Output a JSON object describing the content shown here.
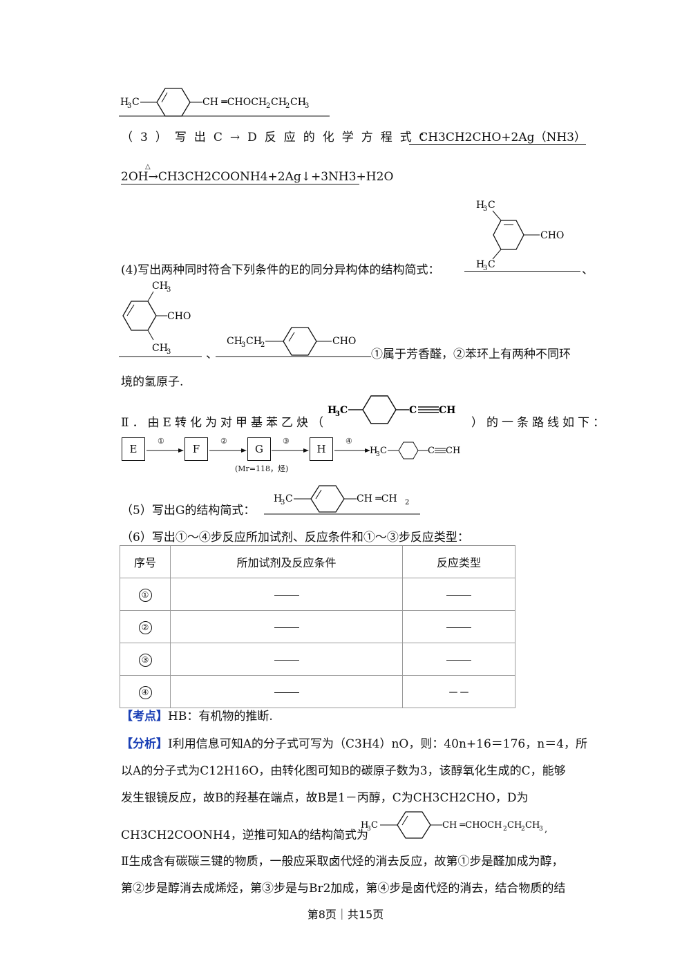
{
  "top_structure": {
    "left": "H3C",
    "right": "CH=CHOCH2CH2CH3"
  },
  "q3": {
    "prompt": "（3）写出C→D反应的化学方程式：",
    "answer_part1": "CH3CH2CHO+2Ag（NH3）",
    "answer_part2": "2OH→CH3CH2COONH4+2Ag↓+3NH3+H2O",
    "heat_symbol": "△"
  },
  "q4": {
    "prompt": "(4)写出两种同时符合下列条件的E的同分异构体的结构简式：",
    "sep1": "、",
    "sep2": "、",
    "tail": "①属于芳香醛，②苯环上有两种不同环",
    "tail2": "境的氢原子.",
    "mol1": {
      "top": "H3C",
      "bottom": "H3C",
      "group": "CHO"
    },
    "mol2": {
      "top": "CH3",
      "bottom": "CH3",
      "group": "CHO"
    },
    "mol3": {
      "left": "CH3CH2",
      "group": "CHO"
    }
  },
  "part2": {
    "text_a": "Ⅱ．由E转化为对甲基苯乙炔（",
    "text_b": "）的一条路线如下：",
    "mol": {
      "left": "H3C",
      "right": "C≡CH"
    },
    "scheme": {
      "boxes": [
        "E",
        "F",
        "G",
        "H"
      ],
      "steps": [
        "①",
        "②",
        "③",
        "④"
      ],
      "g_note": "(Mr=118，烃)",
      "product": {
        "left": "H3C",
        "right": "C≡CH"
      }
    }
  },
  "q5": {
    "prompt": "（5）写出G的结构简式：",
    "mol": {
      "left": "H3C",
      "right": "CH=CH2"
    }
  },
  "q6": {
    "prompt": "（6）写出①～④步反应所加试剂、反应条件和①～③步反应类型："
  },
  "table": {
    "headers": [
      "序号",
      "所加试剂及反应条件",
      "反应类型"
    ],
    "rows": [
      {
        "num": "①",
        "reagent": "",
        "type": ""
      },
      {
        "num": "②",
        "reagent": "",
        "type": ""
      },
      {
        "num": "③",
        "reagent": "",
        "type": ""
      },
      {
        "num": "④",
        "reagent": "",
        "type": "－－"
      }
    ]
  },
  "kaodian": {
    "tag": "【考点】",
    "text": "HB：有机物的推断."
  },
  "fenxi": {
    "tag": "【分析】",
    "line1": "Ⅰ利用信息可知A的分子式可写为（C3H4）nO，则：40n+16＝176，n＝4，所",
    "line2": "以A的分子式为C12H16O，由转化图可知B的碳原子数为3，该醇氧化生成的C，能够",
    "line3": "发生银镜反应，故B的羟基在端点，故B是1－丙醇，C为CH3CH2CHO，D为",
    "line4a": "CH3CH2COONH4，逆推可知A的结构简式为",
    "line4_mol": {
      "left": "H3C",
      "right": "CH=CHOCH2CH2CH3"
    },
    "line5": "Ⅱ生成含有碳碳三键的物质，一般应采取卤代烃的消去反应，故第①步是醛加成为醇，",
    "line6": "第②步是醇消去成烯烃，第③步是与Br2加成，第④步是卤代烃的消去，结合物质的结"
  },
  "footer": "第8页｜共15页"
}
